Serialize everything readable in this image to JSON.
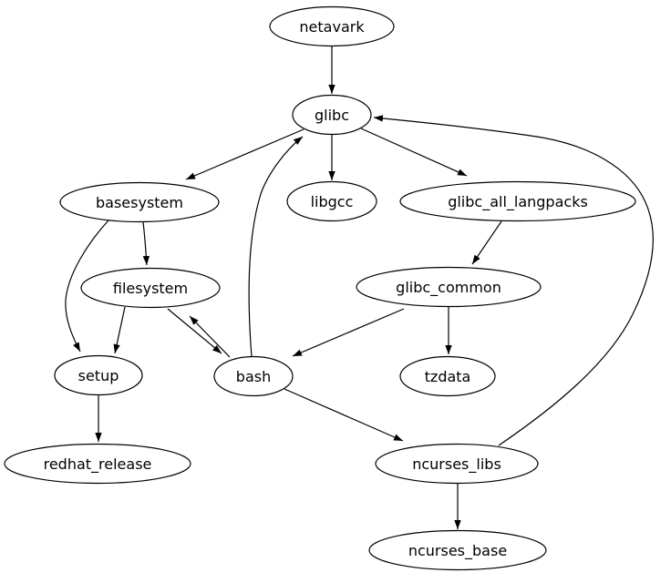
{
  "graph": {
    "type": "directed-graph",
    "renderer_style": "graphviz-dot",
    "background_color": "#ffffff",
    "node_fill_color": "#ffffff",
    "node_stroke_color": "#000000",
    "edge_color": "#000000",
    "text_color": "#000000",
    "nodes": [
      {
        "id": "netavark",
        "label": "netavark"
      },
      {
        "id": "glibc",
        "label": "glibc"
      },
      {
        "id": "basesystem",
        "label": "basesystem"
      },
      {
        "id": "libgcc",
        "label": "libgcc"
      },
      {
        "id": "glibc_all_langpacks",
        "label": "glibc_all_langpacks"
      },
      {
        "id": "filesystem",
        "label": "filesystem"
      },
      {
        "id": "glibc_common",
        "label": "glibc_common"
      },
      {
        "id": "setup",
        "label": "setup"
      },
      {
        "id": "bash",
        "label": "bash"
      },
      {
        "id": "tzdata",
        "label": "tzdata"
      },
      {
        "id": "redhat_release",
        "label": "redhat_release"
      },
      {
        "id": "ncurses_libs",
        "label": "ncurses_libs"
      },
      {
        "id": "ncurses_base",
        "label": "ncurses_base"
      }
    ],
    "edges": [
      {
        "from": "netavark",
        "to": "glibc"
      },
      {
        "from": "glibc",
        "to": "basesystem"
      },
      {
        "from": "glibc",
        "to": "libgcc"
      },
      {
        "from": "glibc",
        "to": "glibc_all_langpacks"
      },
      {
        "from": "basesystem",
        "to": "filesystem"
      },
      {
        "from": "basesystem",
        "to": "setup"
      },
      {
        "from": "filesystem",
        "to": "setup"
      },
      {
        "from": "filesystem",
        "to": "bash"
      },
      {
        "from": "bash",
        "to": "filesystem"
      },
      {
        "from": "bash",
        "to": "glibc"
      },
      {
        "from": "glibc_all_langpacks",
        "to": "glibc_common"
      },
      {
        "from": "glibc_common",
        "to": "tzdata"
      },
      {
        "from": "glibc_common",
        "to": "bash"
      },
      {
        "from": "bash",
        "to": "ncurses_libs"
      },
      {
        "from": "setup",
        "to": "redhat_release"
      },
      {
        "from": "ncurses_libs",
        "to": "ncurses_base"
      },
      {
        "from": "ncurses_libs",
        "to": "glibc"
      }
    ]
  }
}
